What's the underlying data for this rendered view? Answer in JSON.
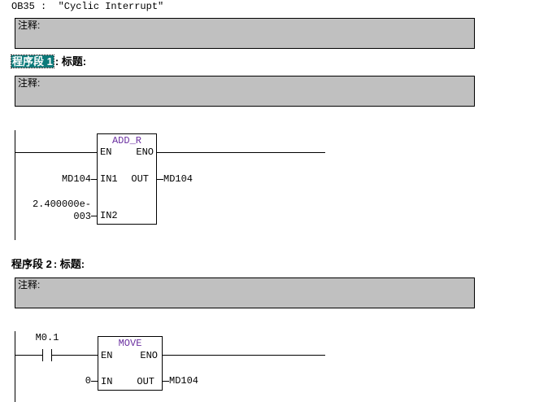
{
  "editor": {
    "block_title": "OB35 :  \"Cyclic Interrupt\"",
    "comment_label": "注释:"
  },
  "networks": [
    {
      "selected_label": "程序段 1",
      "title_rest": ": 标题:",
      "comment_label": "注释:",
      "selected": true
    },
    {
      "selected_label": "程序段 2",
      "title_rest": ": 标题:",
      "comment_label": "注释:",
      "selected": false
    }
  ],
  "rungs": [
    {
      "block_name": "ADD_R",
      "pins": {
        "en": "EN",
        "eno": "ENO",
        "in1": "IN1",
        "in2": "IN2",
        "out": "OUT"
      },
      "operands": {
        "in1_value": "MD104",
        "in2_value": "2.400000e-\n003",
        "out_value": "MD104"
      }
    },
    {
      "contact": {
        "label": "M0.1"
      },
      "block_name": "MOVE",
      "pins": {
        "en": "EN",
        "eno": "ENO",
        "in": "IN",
        "out": "OUT"
      },
      "operands": {
        "in_value": "0",
        "out_value": "MD104"
      }
    }
  ],
  "colors": {
    "comment_bg": "#c0c0c0",
    "selection_bg": "#0b7a7a",
    "block_title_fg": "#6a2fa0",
    "line": "#000000"
  }
}
